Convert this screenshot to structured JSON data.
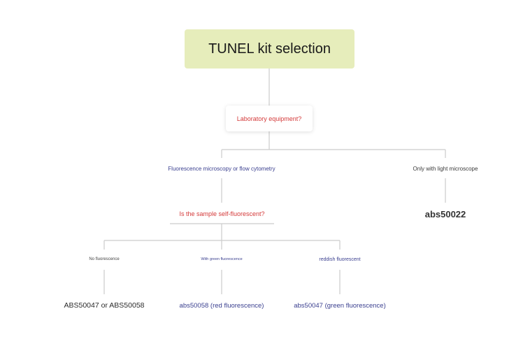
{
  "root": {
    "label": "TUNEL kit selection"
  },
  "question1": {
    "label": "Laboratory equipment?"
  },
  "branch_fluorescence": {
    "label": "Fluorescence microscopy or flow cytometry"
  },
  "branch_light": {
    "label": "Only with light microscope"
  },
  "result_light": {
    "label": "abs50022"
  },
  "question2": {
    "label": "Is the sample self-fluorescent?"
  },
  "option_none": {
    "label": "No fluorescence"
  },
  "option_green": {
    "label": "With green fluorescence"
  },
  "option_red": {
    "label": "reddish fluorescent"
  },
  "result_none": {
    "label": "ABS50047 or ABS50058"
  },
  "result_green": {
    "label": "abs50058 (red fluorescence)"
  },
  "result_red": {
    "label": "abs50047 (green fluorescence)"
  },
  "colors": {
    "root_fill": "#e6edbb",
    "question_text": "#d43a3a",
    "branch_text": "#3a3f8f",
    "connector": "#cccccc"
  }
}
